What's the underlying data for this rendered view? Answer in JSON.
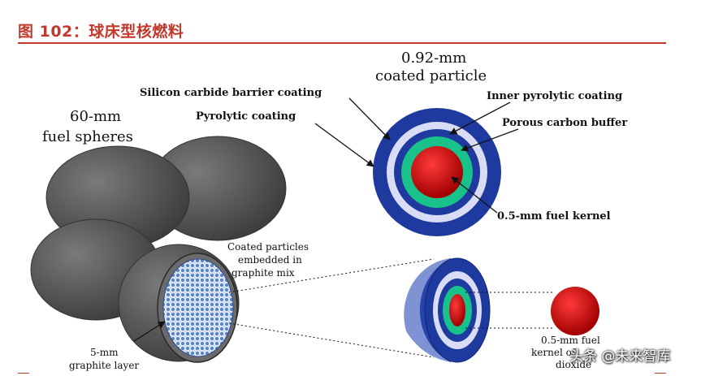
{
  "figure": {
    "title": "图 102：球床型核燃料"
  },
  "labels": {
    "particle_size": "0.92-mm",
    "particle_name": "coated particle",
    "sic_coating": "Silicon carbide barrier coating",
    "pyrolytic": "Pyrolytic coating",
    "inner_pyrolytic": "Inner pyrolytic coating",
    "porous_buffer": "Porous carbon buffer",
    "kernel": "0.5-mm fuel kernel",
    "spheres_size": "60-mm",
    "spheres_name": "fuel spheres",
    "embedded_1": "Coated particles",
    "embedded_2": "embedded in",
    "embedded_3": "graphite mix",
    "graphite_1": "5-mm",
    "graphite_2": "graphite layer",
    "uo2_1": "0.5-mm fuel",
    "uo2_2": "kernel of",
    "uo2_3": "dioxide"
  },
  "watermark": "头条 @未来智库",
  "colors": {
    "title_red": "#c0392b",
    "outer_blue": "#1f3a9e",
    "light_lavender": "#d9dcf5",
    "green": "#19c28a",
    "kernel_red": "#e01010",
    "sphere_gray": "#555555"
  }
}
